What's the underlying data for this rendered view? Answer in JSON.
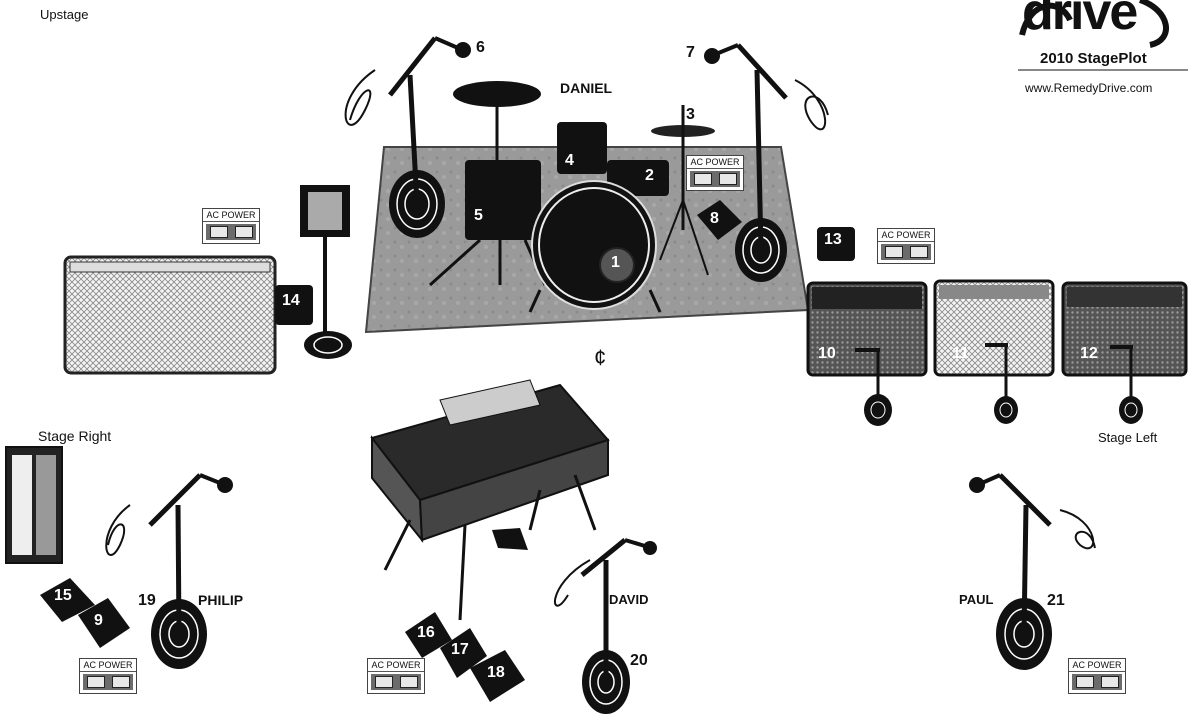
{
  "header": {
    "upstage": "Upstage",
    "logo_text": "drive",
    "plot_title": "2010 StagePlot",
    "website": "www.RemedyDrive.com"
  },
  "stage_labels": {
    "stage_right": "Stage Right",
    "stage_left": "Stage Left",
    "center_mark": "¢"
  },
  "members": {
    "drummer": "DANIEL",
    "stage_right": "PHILIP",
    "keys": "DAVID",
    "stage_left": "PAUL"
  },
  "inputs": {
    "kick": "1",
    "snare": "2",
    "hihat": "3",
    "rack_tom": "4",
    "floor_tom": "5",
    "overhead_sr": "6",
    "overhead_sl": "7",
    "di_drums": "8",
    "di_philip_2": "9",
    "amp_1": "10",
    "amp_2": "11",
    "amp_3": "12",
    "di_sl": "13",
    "di_sr": "14",
    "di_philip_1": "15",
    "di_keys_1": "16",
    "di_keys_2": "17",
    "di_keys_3": "18",
    "vox_philip": "19",
    "vox_david": "20",
    "vox_paul": "21"
  },
  "power": {
    "label": "AC POWER"
  },
  "colors": {
    "stage_riser": "#9a9a9a",
    "ink": "#111111"
  }
}
